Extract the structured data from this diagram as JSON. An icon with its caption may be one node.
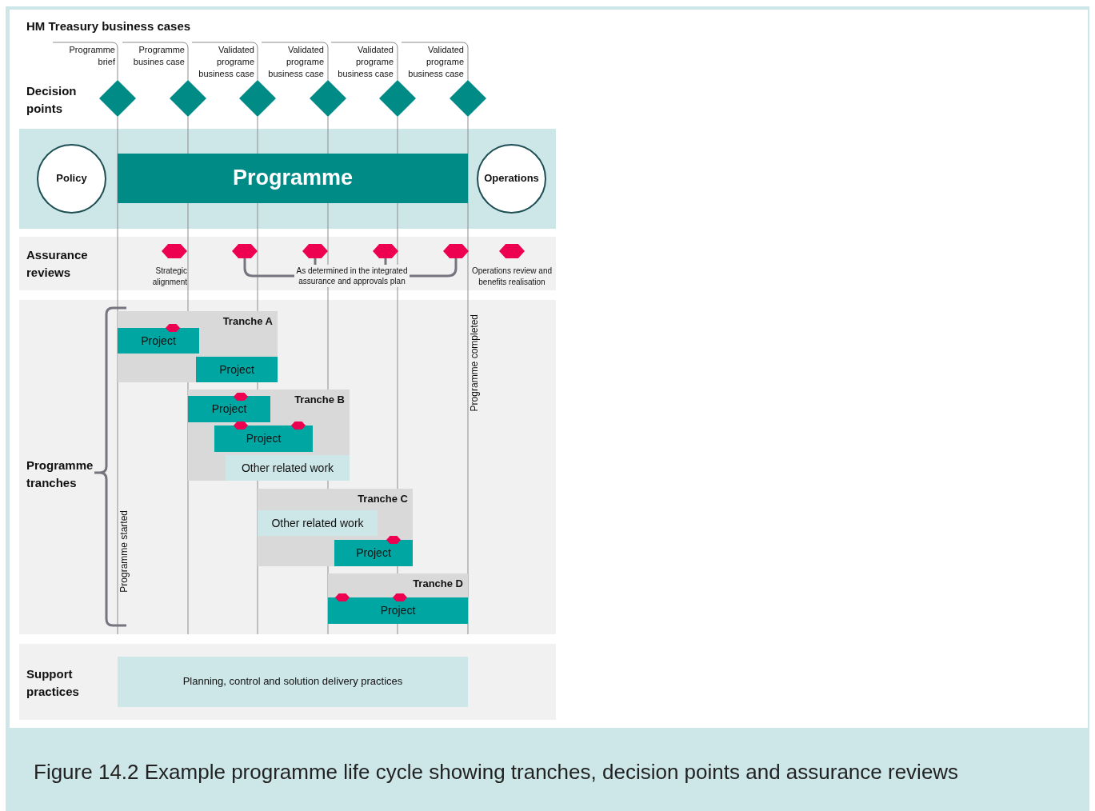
{
  "diagram": {
    "title": "HM Treasury business cases",
    "caption": "Figure 14.2 Example programme life cycle showing tranches, decision points and assurance reviews",
    "nodes": [
      {
        "text": [
          "Programme brief"
        ]
      },
      {
        "text": [
          "Programme busines case"
        ]
      },
      {
        "text": [
          "Validated programe business case"
        ]
      },
      {
        "text": [
          "Validated programe business case"
        ]
      },
      {
        "text": [
          "Validated programe business case"
        ]
      },
      {
        "text": [
          "Validated programe business case"
        ]
      },
      {
        "text": [],
        "shape": "diamond"
      },
      {
        "text": [],
        "shape": "diamond"
      },
      {
        "text": [],
        "shape": "diamond"
      },
      {
        "text": [],
        "shape": "diamond"
      },
      {
        "text": [],
        "shape": "diamond"
      },
      {
        "text": [],
        "shape": "diamond"
      },
      {
        "text": [],
        "shape": "band"
      },
      {
        "text": [
          "Policy"
        ],
        "in": 12
      },
      {
        "text": [
          "Programme"
        ],
        "in": 12
      },
      {
        "text": [
          "Operations"
        ],
        "in": 12
      },
      {
        "text": [
          "Assurance reviews"
        ]
      },
      {
        "text": [],
        "shape": "hexagon",
        "in": 16,
        "beside": [
          "Strategic alignment"
        ]
      },
      {
        "text": [],
        "shape": "hexagon",
        "in": 16
      },
      {
        "text": [],
        "shape": "hexagon",
        "in": 16
      },
      {
        "text": [],
        "shape": "hexagon",
        "in": 16
      },
      {
        "text": [],
        "shape": "hexagon",
        "in": 16
      },
      {
        "text": [],
        "shape": "hexagon",
        "in": 16,
        "beside": [
          "Operations review and benefits realisation"
        ]
      },
      {
        "text": [
          "As determined in the integrated assurance and approvals plan"
        ],
        "in": 16
      },
      {
        "text": [
          "Programme tranches"
        ]
      },
      {
        "text": [
          "Tranche A"
        ],
        "in": 24
      },
      {
        "text": [],
        "shape": "hexagon",
        "in": 25
      },
      {
        "text": [
          "Project"
        ],
        "in": 25
      },
      {
        "text": [
          "Project"
        ],
        "in": 25
      },
      {
        "text": [
          "Tranche B"
        ],
        "in": 24
      },
      {
        "text": [],
        "shape": "hexagon",
        "in": 29
      },
      {
        "text": [
          "Project"
        ],
        "in": 29
      },
      {
        "text": [],
        "shape": "hexagon",
        "in": 29
      },
      {
        "text": [],
        "shape": "hexagon",
        "in": 29
      },
      {
        "text": [
          "Project"
        ],
        "in": 29
      },
      {
        "text": [
          "Other related work"
        ],
        "in": 29
      },
      {
        "text": [
          "Tranche C"
        ],
        "in": 24
      },
      {
        "text": [
          "Other related work"
        ],
        "in": 36
      },
      {
        "text": [],
        "shape": "hexagon",
        "in": 36
      },
      {
        "text": [
          "Project"
        ],
        "in": 36
      },
      {
        "text": [
          "Tranche D"
        ],
        "in": 24
      },
      {
        "text": [],
        "shape": "hexagon",
        "in": 40
      },
      {
        "text": [],
        "shape": "hexagon",
        "in": 40
      },
      {
        "text": [
          "Project"
        ],
        "in": 40
      },
      {
        "text": [
          "Support practices"
        ]
      },
      {
        "text": [
          "Planning, control and solution delivery practices"
        ],
        "in": 44
      }
    ],
    "edges": [
      {
        "from": 0,
        "to": 6,
        "arrow": "none"
      },
      {
        "from": 1,
        "to": 7,
        "arrow": "none"
      },
      {
        "from": 2,
        "to": 8,
        "arrow": "none"
      },
      {
        "from": 3,
        "to": 9,
        "arrow": "none"
      },
      {
        "from": 4,
        "to": 10,
        "arrow": "none"
      },
      {
        "from": 5,
        "to": 11,
        "arrow": "none"
      },
      {
        "from": 23,
        "to": 18,
        "arrow": "none"
      },
      {
        "from": 23,
        "to": 19,
        "arrow": "none"
      },
      {
        "from": 23,
        "to": 20,
        "arrow": "none"
      },
      {
        "from": 23,
        "to": 21,
        "arrow": "none"
      }
    ],
    "labels": [
      "Decision points",
      "Programme completed",
      "Programme started"
    ]
  }
}
